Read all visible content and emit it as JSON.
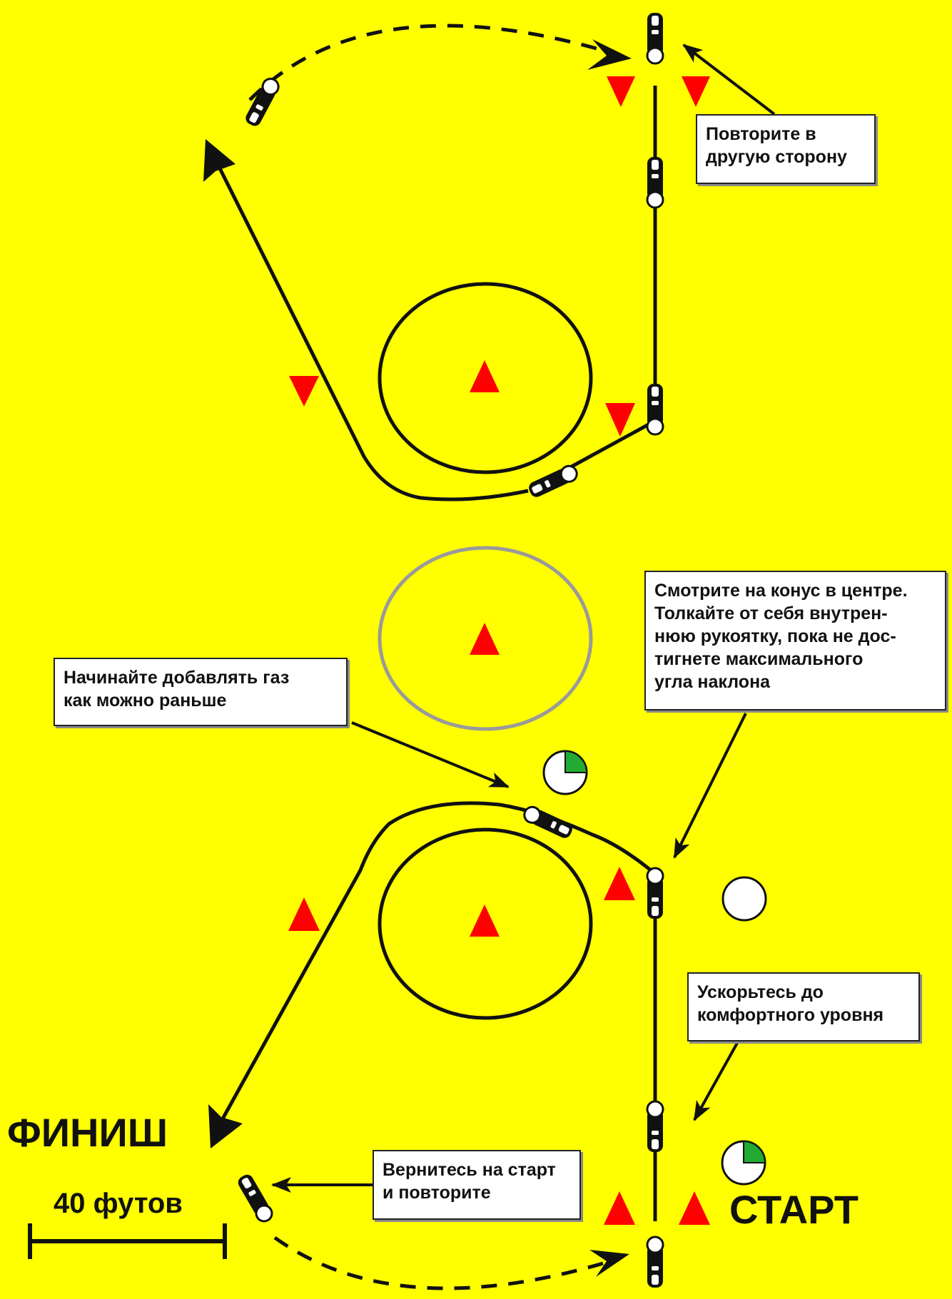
{
  "labels": {
    "finish": "ФИНИШ",
    "start": "СТАРТ",
    "scale": "40 футов"
  },
  "callouts": {
    "repeat_other_side": "Повторите в\nдругую сторону",
    "look_at_cone": "Смотрите на конус в центре.\nТолкайте от себя внутрен-\nнюю рукоятку, пока не дос-\nтигнете максимального\nугла наклона",
    "start_throttle": "Начинайте добавлять газ\nкак можно раньше",
    "accelerate": "Ускорьтесь до\nкомфортного уровня",
    "return_to_start": "Вернитесь на старт\nи повторите"
  },
  "colors": {
    "background": "#FFFF00",
    "cone": "#FF0000",
    "path": "#111111",
    "reference_circle": "#9A9A9A",
    "timer_fill": "#22AA33"
  },
  "icons": [
    "motorcycle-icon",
    "cone-icon",
    "timer-icon",
    "marker-circle-icon",
    "arrow-icon"
  ]
}
